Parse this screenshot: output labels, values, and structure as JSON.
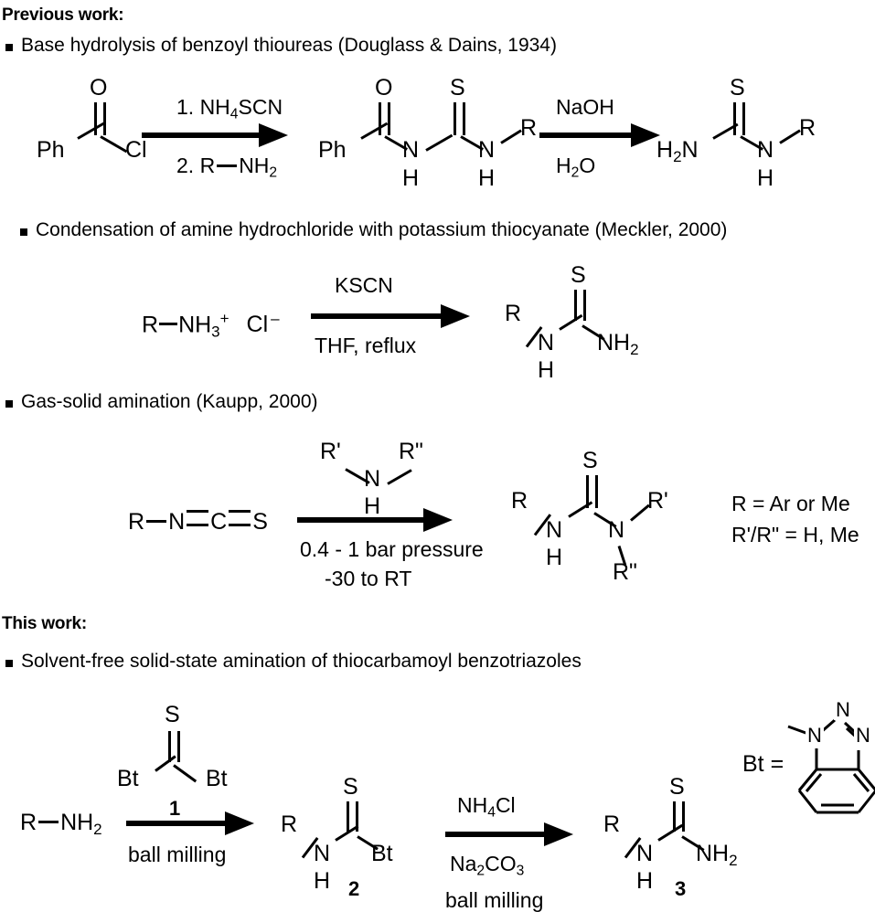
{
  "sections": {
    "previous_work_heading": "Previous work:",
    "this_work_heading": "This work:"
  },
  "bullets": {
    "b1": "Base hydrolysis of benzoyl thioureas (Douglass & Dains, 1934)",
    "b2": "Condensation of amine hydrochloride with potassium thiocyanate (Meckler, 2000)",
    "b3": "Gas-solid amination (Kaupp, 2000)",
    "b4": "Solvent-free solid-state amination of thiocarbamoyl benzotriazoles"
  },
  "scheme1": {
    "reactant": {
      "ph": "Ph",
      "o": "O",
      "cl": "Cl"
    },
    "conditions": {
      "top_prefix": "1. NH",
      "top_sub": "4",
      "top_suffix": "SCN",
      "bottom_prefix": "2. R",
      "bottom_mid": "NH",
      "bottom_sub": "2"
    },
    "intermediate": {
      "ph": "Ph",
      "o": "O",
      "s": "S",
      "n1": "N",
      "h1": "H",
      "n2": "N",
      "h2": "H",
      "r": "R"
    },
    "conditions2": {
      "top": "NaOH",
      "bottom_prefix": "H",
      "bottom_sub": "2",
      "bottom_suffix": "O"
    },
    "product": {
      "s": "S",
      "h2n_prefix": "H",
      "h2n_sub": "2",
      "h2n_suffix": "N",
      "n": "N",
      "h": "H",
      "r": "R"
    }
  },
  "scheme2": {
    "reactant": {
      "r": "R",
      "nh": "NH",
      "sub3": "3",
      "plus": "+",
      "cl": "Cl",
      "minus": "–"
    },
    "conditions": {
      "top": "KSCN",
      "bottom": "THF, reflux"
    },
    "product": {
      "s": "S",
      "r": "R",
      "n": "N",
      "h": "H",
      "nh2_prefix": "NH",
      "nh2_sub": "2"
    }
  },
  "scheme3": {
    "reactant": {
      "r": "R",
      "n": "N",
      "c": "C",
      "s": "S"
    },
    "amine": {
      "rp": "R'",
      "rpp": "R\"",
      "n": "N",
      "h": "H"
    },
    "conditions": {
      "line1": "0.4 - 1 bar pressure",
      "line2": "-30 to RT"
    },
    "product": {
      "s": "S",
      "r": "R",
      "n1": "N",
      "h": "H",
      "n2": "N",
      "rp": "R'",
      "rpp": "R\""
    },
    "legend": {
      "line1": "R = Ar or Me",
      "line2": "R'/R\" = H, Me"
    }
  },
  "scheme4": {
    "reactant": {
      "r": "R",
      "nh": "NH",
      "sub": "2"
    },
    "reagent1": {
      "s": "S",
      "bt_left": "Bt",
      "bt_right": "Bt",
      "number": "1"
    },
    "conditions1": {
      "below": "ball milling"
    },
    "product2": {
      "r": "R",
      "n": "N",
      "h": "H",
      "s": "S",
      "bt": "Bt",
      "number": "2"
    },
    "conditions2": {
      "top_prefix": "NH",
      "top_sub": "4",
      "top_suffix": "Cl",
      "mid_prefix": "Na",
      "mid_sub": "2",
      "mid_mid": "CO",
      "mid_sub2": "3",
      "bottom": "ball milling"
    },
    "product3": {
      "r": "R",
      "n": "N",
      "h": "H",
      "s": "S",
      "nh2_prefix": "NH",
      "nh2_sub": "2",
      "number": "3"
    },
    "bt_legend": {
      "label": "Bt =",
      "n1": "N",
      "n2": "N",
      "n3": "N"
    }
  },
  "colors": {
    "ink": "#000000",
    "paper": "#ffffff"
  }
}
